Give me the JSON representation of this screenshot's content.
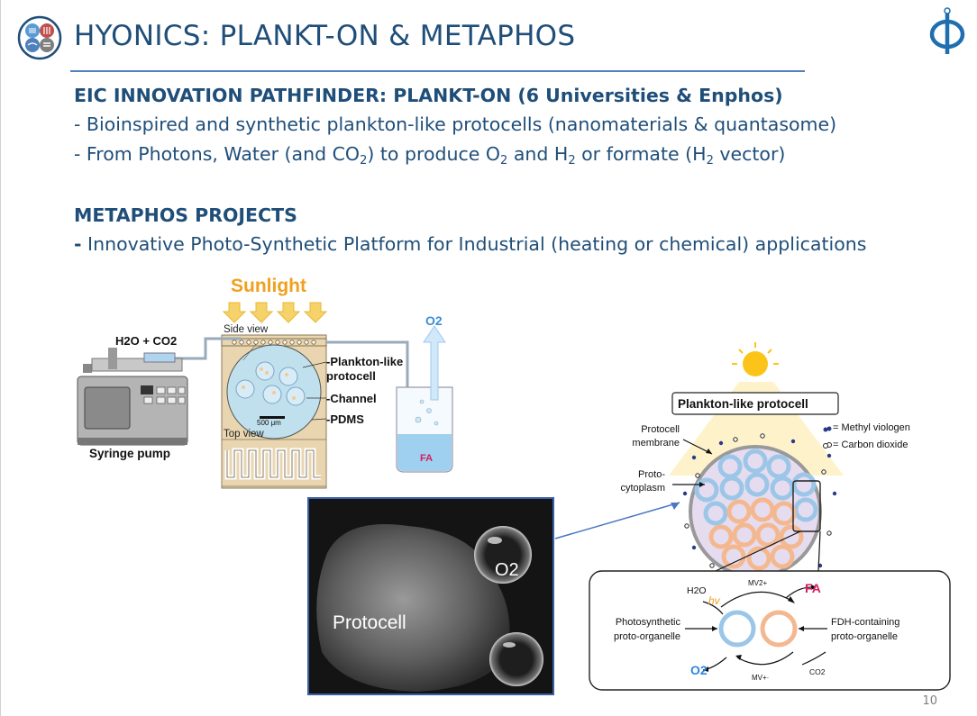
{
  "slide": {
    "title": "HYONICS: PLANKT-ON & METAPHOS",
    "page_number": "10"
  },
  "section1": {
    "heading": "EIC INNOVATION PATHFINDER: PLANKT-ON (6 Universities & Enphos)",
    "bullet1": "- Bioinspired and synthetic plankton-like protocells (nanomaterials & quantasome)",
    "bullet2": {
      "p1": "- From Photons, Water (and CO",
      "s1": "2",
      "p2": ") to produce O",
      "s2": "2",
      "p3": " and H",
      "s3": "2",
      "p4": " or formate (H",
      "s4": "2",
      "p5": " vector)"
    }
  },
  "section2": {
    "heading": "METAPHOS PROJECTS",
    "bullet_dash": "-",
    "bullet_text": " Innovative Photo-Synthetic Platform for Industrial (heating or chemical) applications"
  },
  "diagram_left": {
    "sunlight": "Sunlight",
    "h2o_co2": "H2O + CO2",
    "side_view": "Side view",
    "top_view": "Top view",
    "plankton_like_1": "-Plankton-like",
    "plankton_like_2": "protocell",
    "channel": "-Channel",
    "pdms": "-PDMS",
    "scale": "500 μm",
    "o2": "O2",
    "fa": "FA",
    "syringe_pump": "Syringe pump"
  },
  "photo": {
    "protocell": "Protocell",
    "o2": "O2"
  },
  "diagram_right": {
    "box_title": "Plankton-like protocell",
    "legend_mv": "= Methyl viologen",
    "legend_co2": "= Carbon dioxide",
    "membrane_1": "Protocell",
    "membrane_2": "membrane",
    "cytoplasm_1": "Proto-",
    "cytoplasm_2": "cytoplasm",
    "h2o": "H2O",
    "hv": "hv",
    "mv2": "MV2+",
    "fa": "FA",
    "photosynthetic_1": "Photosynthetic",
    "photosynthetic_2": "proto-organelle",
    "fdh_1": "FDH-containing",
    "fdh_2": "proto-organelle",
    "o2": "O2",
    "mvplus": "MV+·",
    "co2": "CO2"
  },
  "colors": {
    "title_blue": "#1f4e79",
    "rule_blue": "#4f81bd",
    "sunlight_orange": "#f0a020",
    "arrow_blue": "#4a8fd4",
    "fa_pink": "#d81b60",
    "organelle_blue": "#9cc6e8",
    "organelle_orange": "#f4b890"
  },
  "icons": [
    "atom-logo-icon",
    "phi-logo-icon",
    "sun-icon"
  ]
}
